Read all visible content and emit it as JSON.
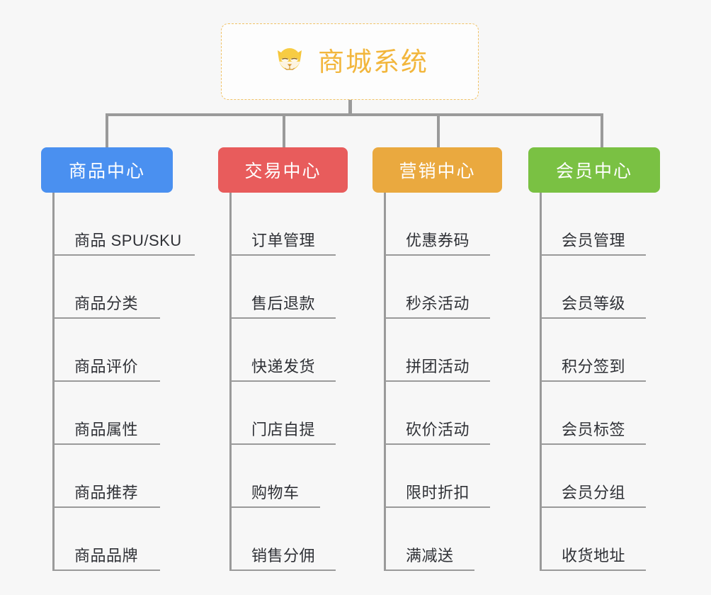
{
  "page": {
    "background_color": "#f7f7f7",
    "type": "org-chart-mindmap"
  },
  "root": {
    "title": "商城系统",
    "icon": "shiba-inu-face-emoji",
    "border_color": "#f0c267",
    "text_color": "#f2b63c"
  },
  "connector": {
    "color": "#9a9a9a"
  },
  "columns": [
    {
      "header": "商品中心",
      "color": "#4a90f0",
      "items": [
        "商品 SPU/SKU",
        "商品分类",
        "商品评价",
        "商品属性",
        "商品推荐",
        "商品品牌"
      ]
    },
    {
      "header": "交易中心",
      "color": "#e85c5c",
      "items": [
        "订单管理",
        "售后退款",
        "快递发货",
        "门店自提",
        "购物车",
        "销售分佣"
      ]
    },
    {
      "header": "营销中心",
      "color": "#eaa93f",
      "items": [
        "优惠券码",
        "秒杀活动",
        "拼团活动",
        "砍价活动",
        "限时折扣",
        "满减送"
      ]
    },
    {
      "header": "会员中心",
      "color": "#7ac143",
      "items": [
        "会员管理",
        "会员等级",
        "积分签到",
        "会员标签",
        "会员分组",
        "收货地址"
      ]
    }
  ]
}
